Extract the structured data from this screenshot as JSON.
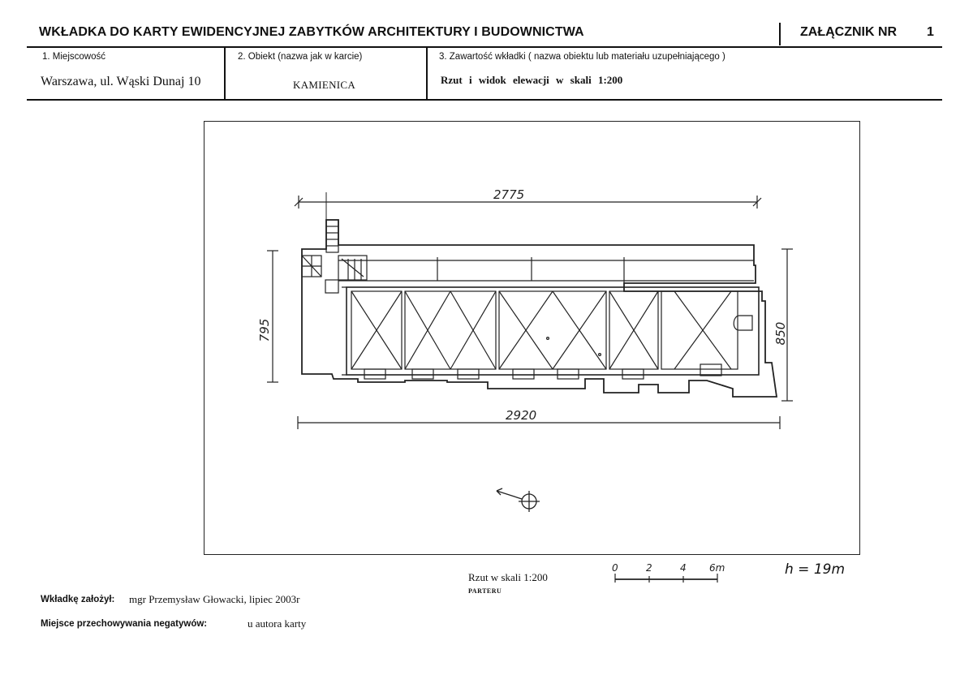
{
  "header": {
    "title": "WKŁADKA DO KARTY EWIDENCYJNEJ ZABYTKÓW ARCHITEKTURY I BUDOWNICTWA",
    "annex_label": "ZAŁĄCZNIK NR",
    "annex_number": "1"
  },
  "fields": {
    "location": {
      "label": "1. Miejscowość",
      "value": "Warszawa, ul. Wąski Dunaj 10"
    },
    "object": {
      "label": "2. Obiekt (nazwa jak w karcie)",
      "value": "KAMIENICA"
    },
    "content": {
      "label": "3. Zawartość wkładki ( nazwa obiektu lub materiału uzupełniającego )",
      "value": "Rzut i widok elewacji w skali 1:200"
    }
  },
  "drawing": {
    "dim_top": "2775",
    "dim_bottom": "2920",
    "dim_left": "795",
    "dim_right": "850"
  },
  "caption": {
    "main": "Rzut w skali 1:200",
    "sub": "PARTERU"
  },
  "scale_bar": {
    "ticks": [
      "0",
      "2",
      "4",
      "6m"
    ]
  },
  "height_note": "h = 19m",
  "footer": {
    "author_label": "Wkładkę założył:",
    "author_value": "mgr Przemysław Głowacki, lipiec 2003r",
    "storage_label": "Miejsce przechowywania negatywów:",
    "storage_value": "u autora karty"
  }
}
